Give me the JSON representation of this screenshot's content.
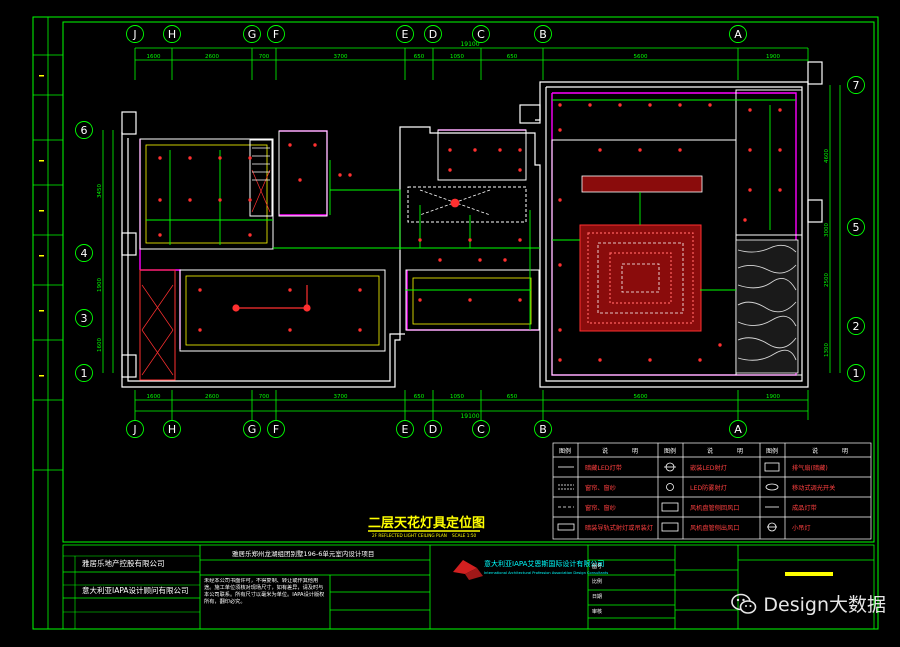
{
  "drawing": {
    "plan_title": "二层天花灯具定位图",
    "plan_subtitle_en": "2F REFLECTED LIGHT CEILING PLAN",
    "scale": "SCALE 1:50",
    "total_dimension": "19100",
    "top_dims": [
      "1600",
      "2600",
      "700",
      "3700",
      "650",
      "1050",
      "650",
      "5600",
      "1900"
    ],
    "bottom_dims": [
      "1600",
      "2600",
      "700",
      "3700",
      "650",
      "1050",
      "650",
      "5600",
      "1900"
    ],
    "grid_top": [
      "J",
      "H",
      "G",
      "F",
      "E",
      "D",
      "C",
      "B",
      "A"
    ],
    "grid_bottom": [
      "J",
      "H",
      "G",
      "F",
      "E",
      "D",
      "C",
      "B",
      "A"
    ],
    "grid_left": [
      "6",
      "4",
      "3",
      "1"
    ],
    "grid_right": [
      "7",
      "5",
      "2",
      "1"
    ],
    "left_vertical_dims": [
      "3450",
      "1900",
      "1600"
    ],
    "right_vertical_dims": [
      "4600",
      "3000",
      "2500",
      "1300"
    ]
  },
  "legend": {
    "headers": [
      "图例",
      "说",
      "明",
      "图例",
      "说",
      "明",
      "图例",
      "说",
      "明"
    ],
    "rows": [
      [
        "暗藏LED灯带",
        "嵌装LED射灯",
        "排气扇(暗藏)"
      ],
      [
        "窗帘、窗纱",
        "LED防雾射灯",
        "移动式调光开关"
      ],
      [
        "窗帘、窗纱",
        "风机盘管侧回风口",
        "成品灯带"
      ],
      [
        "暗装导轨式射灯或吊装灯",
        "风机盘管侧出风口",
        "小吊灯"
      ]
    ]
  },
  "title_block": {
    "client_label": "雅居乐地产控股有限公司",
    "designer_label": "意大利亚IAPA设计顾问有限公司",
    "project_label": "雅居乐郑州龙湖组团别墅196-6单元室内设计项目",
    "note": "未经本公司书面许可，不得复制、转让或作其他用途。施工单位须核对现场尺寸，如有差异，请及时与本公司联系。所有尺寸以毫米为单位。IAPA设计版权所有，翻印必究。",
    "company_cn": "意大利亚IAPA艾恩斯国际设计有限公司",
    "company_en": "International Architectural Profession Association Design Consultants",
    "sheet_fields": [
      "图号",
      "比例",
      "日期",
      "审核"
    ]
  },
  "watermark": {
    "text": "Design大数据"
  },
  "colors": {
    "background": "#000000",
    "frame": "#00ff00",
    "wall": "#ffffff",
    "outer_wall": "#ff00ff",
    "light": "#ff3030",
    "accent": "#ffff00",
    "dimension": "#00ff00",
    "cyan": "#00ffff"
  }
}
